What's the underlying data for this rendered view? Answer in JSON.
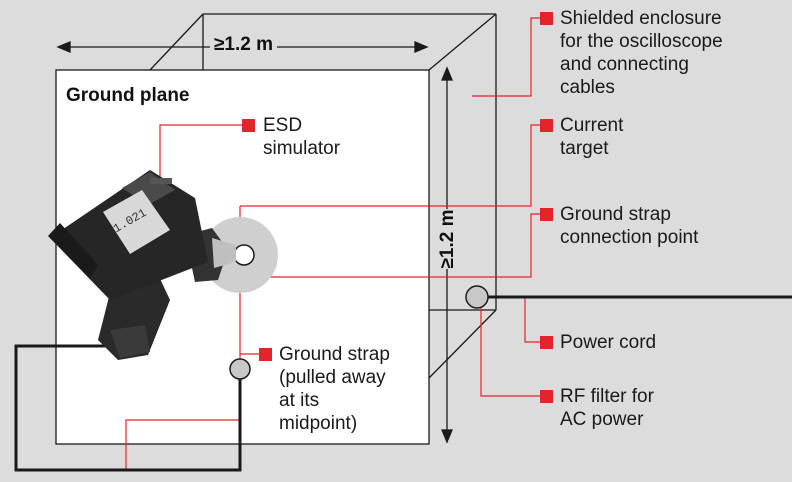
{
  "title": "Ground plane",
  "dimensions": {
    "horizontal": "≥1.2 m",
    "vertical": "≥1.2 m"
  },
  "labels": {
    "shielded_enclosure": "Shielded enclosure\nfor the oscilloscope\nand connecting\ncables",
    "current_target": "Current\ntarget",
    "ground_strap_connection": "Ground strap\nconnection point",
    "power_cord": "Power cord",
    "rf_filter": "RF filter for\nAC power",
    "esd_simulator": "ESD\nsimulator",
    "ground_strap": "Ground strap\n(pulled away\nat its\nmidpoint)"
  },
  "device_display": "1.021",
  "colors": {
    "background": "#dcdcdc",
    "plane": "#ffffff",
    "accent_red": "#e4242b",
    "line": "#1a1a1a"
  }
}
